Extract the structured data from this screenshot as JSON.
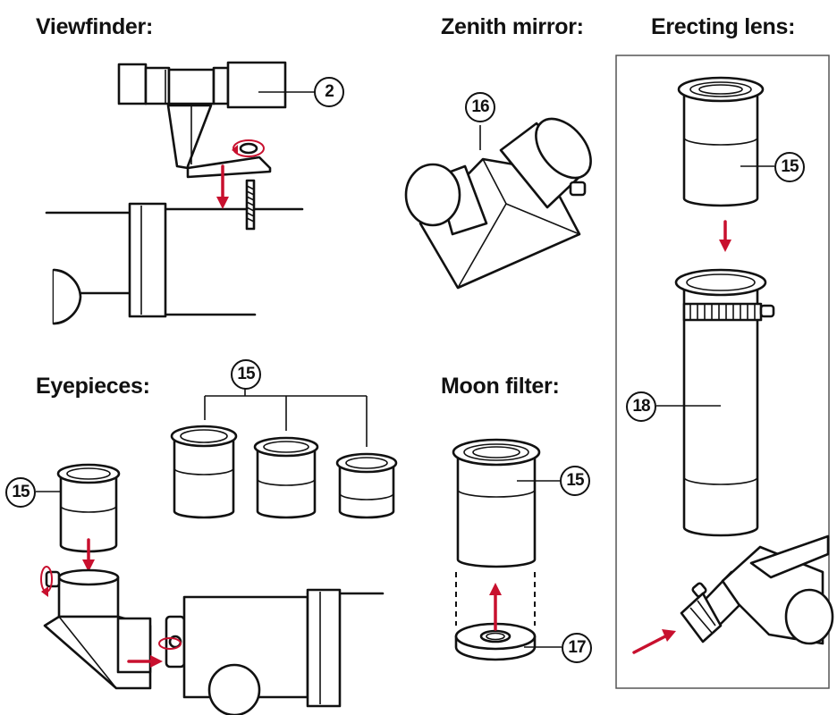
{
  "sections": {
    "viewfinder": {
      "title": "Viewfinder:",
      "callout": "2"
    },
    "zenith_mirror": {
      "title": "Zenith mirror:",
      "callout": "16"
    },
    "erecting_lens": {
      "title": "Erecting lens:",
      "callouts": [
        "15",
        "18"
      ]
    },
    "eyepieces": {
      "title": "Eyepieces:",
      "callouts": [
        "15",
        "15"
      ]
    },
    "moon_filter": {
      "title": "Moon filter:",
      "callouts": [
        "15",
        "17"
      ]
    }
  },
  "colors": {
    "arrow": "#c8102e",
    "line": "#111111",
    "frame": "#555555"
  }
}
